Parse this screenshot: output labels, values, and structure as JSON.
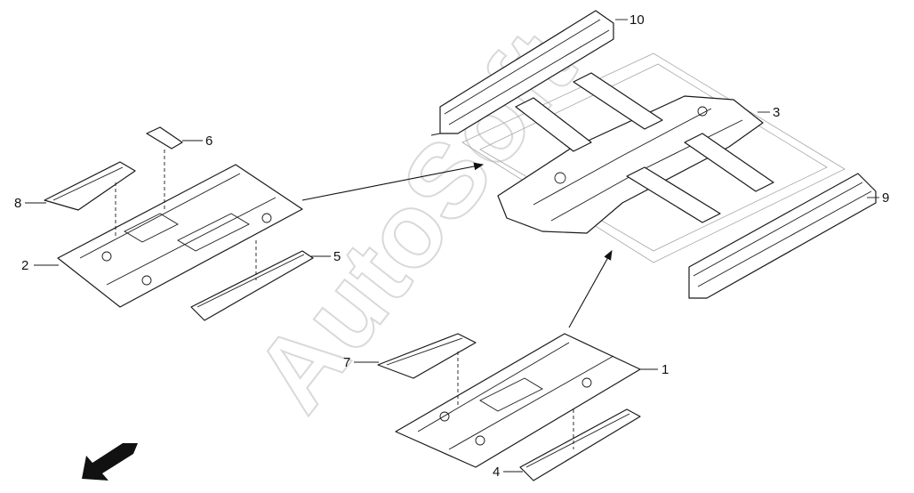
{
  "diagram": {
    "watermark": "AutoSoft",
    "callouts": [
      {
        "id": "1",
        "label": "1"
      },
      {
        "id": "2",
        "label": "2"
      },
      {
        "id": "3",
        "label": "3"
      },
      {
        "id": "4",
        "label": "4"
      },
      {
        "id": "5",
        "label": "5"
      },
      {
        "id": "6",
        "label": "6"
      },
      {
        "id": "7",
        "label": "7"
      },
      {
        "id": "8",
        "label": "8"
      },
      {
        "id": "9",
        "label": "9"
      },
      {
        "id": "10",
        "label": "10"
      }
    ],
    "icons": [
      "direction-arrow-icon"
    ],
    "colors": {
      "line": "#1a1a1a",
      "watermark": "#d9d9d9",
      "background": "#ffffff"
    }
  }
}
